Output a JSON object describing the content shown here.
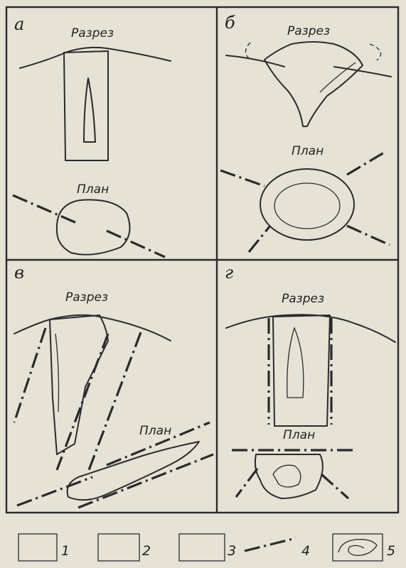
{
  "panels": {
    "a": {
      "letter": "а",
      "section_label": "Разрез",
      "plan_label": "План"
    },
    "b": {
      "letter": "б",
      "section_label": "Разрез",
      "plan_label": "План"
    },
    "v": {
      "letter": "в",
      "section_label": "Разрез",
      "plan_label": "План"
    },
    "g": {
      "letter": "г",
      "section_label": "Разрез",
      "plan_label": "План"
    }
  },
  "legend": [
    {
      "number": "1",
      "pattern": "dashes-icon"
    },
    {
      "number": "2",
      "pattern": "crosses-icon"
    },
    {
      "number": "3",
      "pattern": "crosses-triangles-icon"
    },
    {
      "number": "4",
      "pattern": "fault-line-icon"
    },
    {
      "number": "5",
      "pattern": "flow-lines-icon"
    }
  ]
}
